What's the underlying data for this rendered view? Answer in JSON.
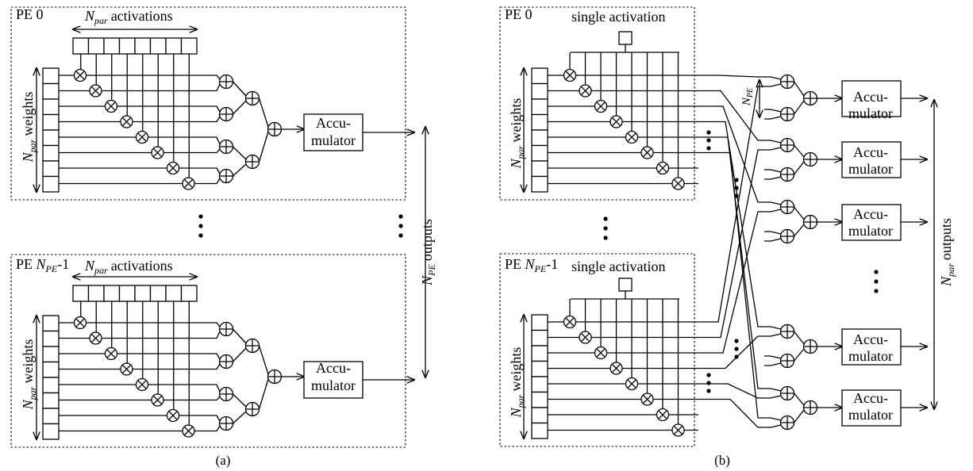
{
  "panel_a": {
    "caption": "(a)",
    "pe_top": {
      "label": "PE 0",
      "activations_label": "activations",
      "weights_label": "weights"
    },
    "pe_bottom": {
      "label_prefix": "PE ",
      "label_suffix": "-1",
      "activations_label": "activations",
      "weights_label": "weights"
    },
    "accumulator_line1": "Accu-",
    "accumulator_line2": "mulator",
    "outputs_label": "outputs"
  },
  "panel_b": {
    "caption": "(b)",
    "pe_top": {
      "label": "PE 0",
      "activation_label": "single activation",
      "weights_label": "weights"
    },
    "pe_bottom": {
      "label_prefix": "PE ",
      "label_suffix": "-1",
      "activation_label": "single activation",
      "weights_label": "weights"
    },
    "accumulator_line1": "Accu-",
    "accumulator_line2": "mulator",
    "outputs_label": "outputs"
  },
  "symbols": {
    "N": "N",
    "par": "par",
    "PE": "PE"
  },
  "colors": {
    "ink": "#000000",
    "background": "#ffffff"
  }
}
